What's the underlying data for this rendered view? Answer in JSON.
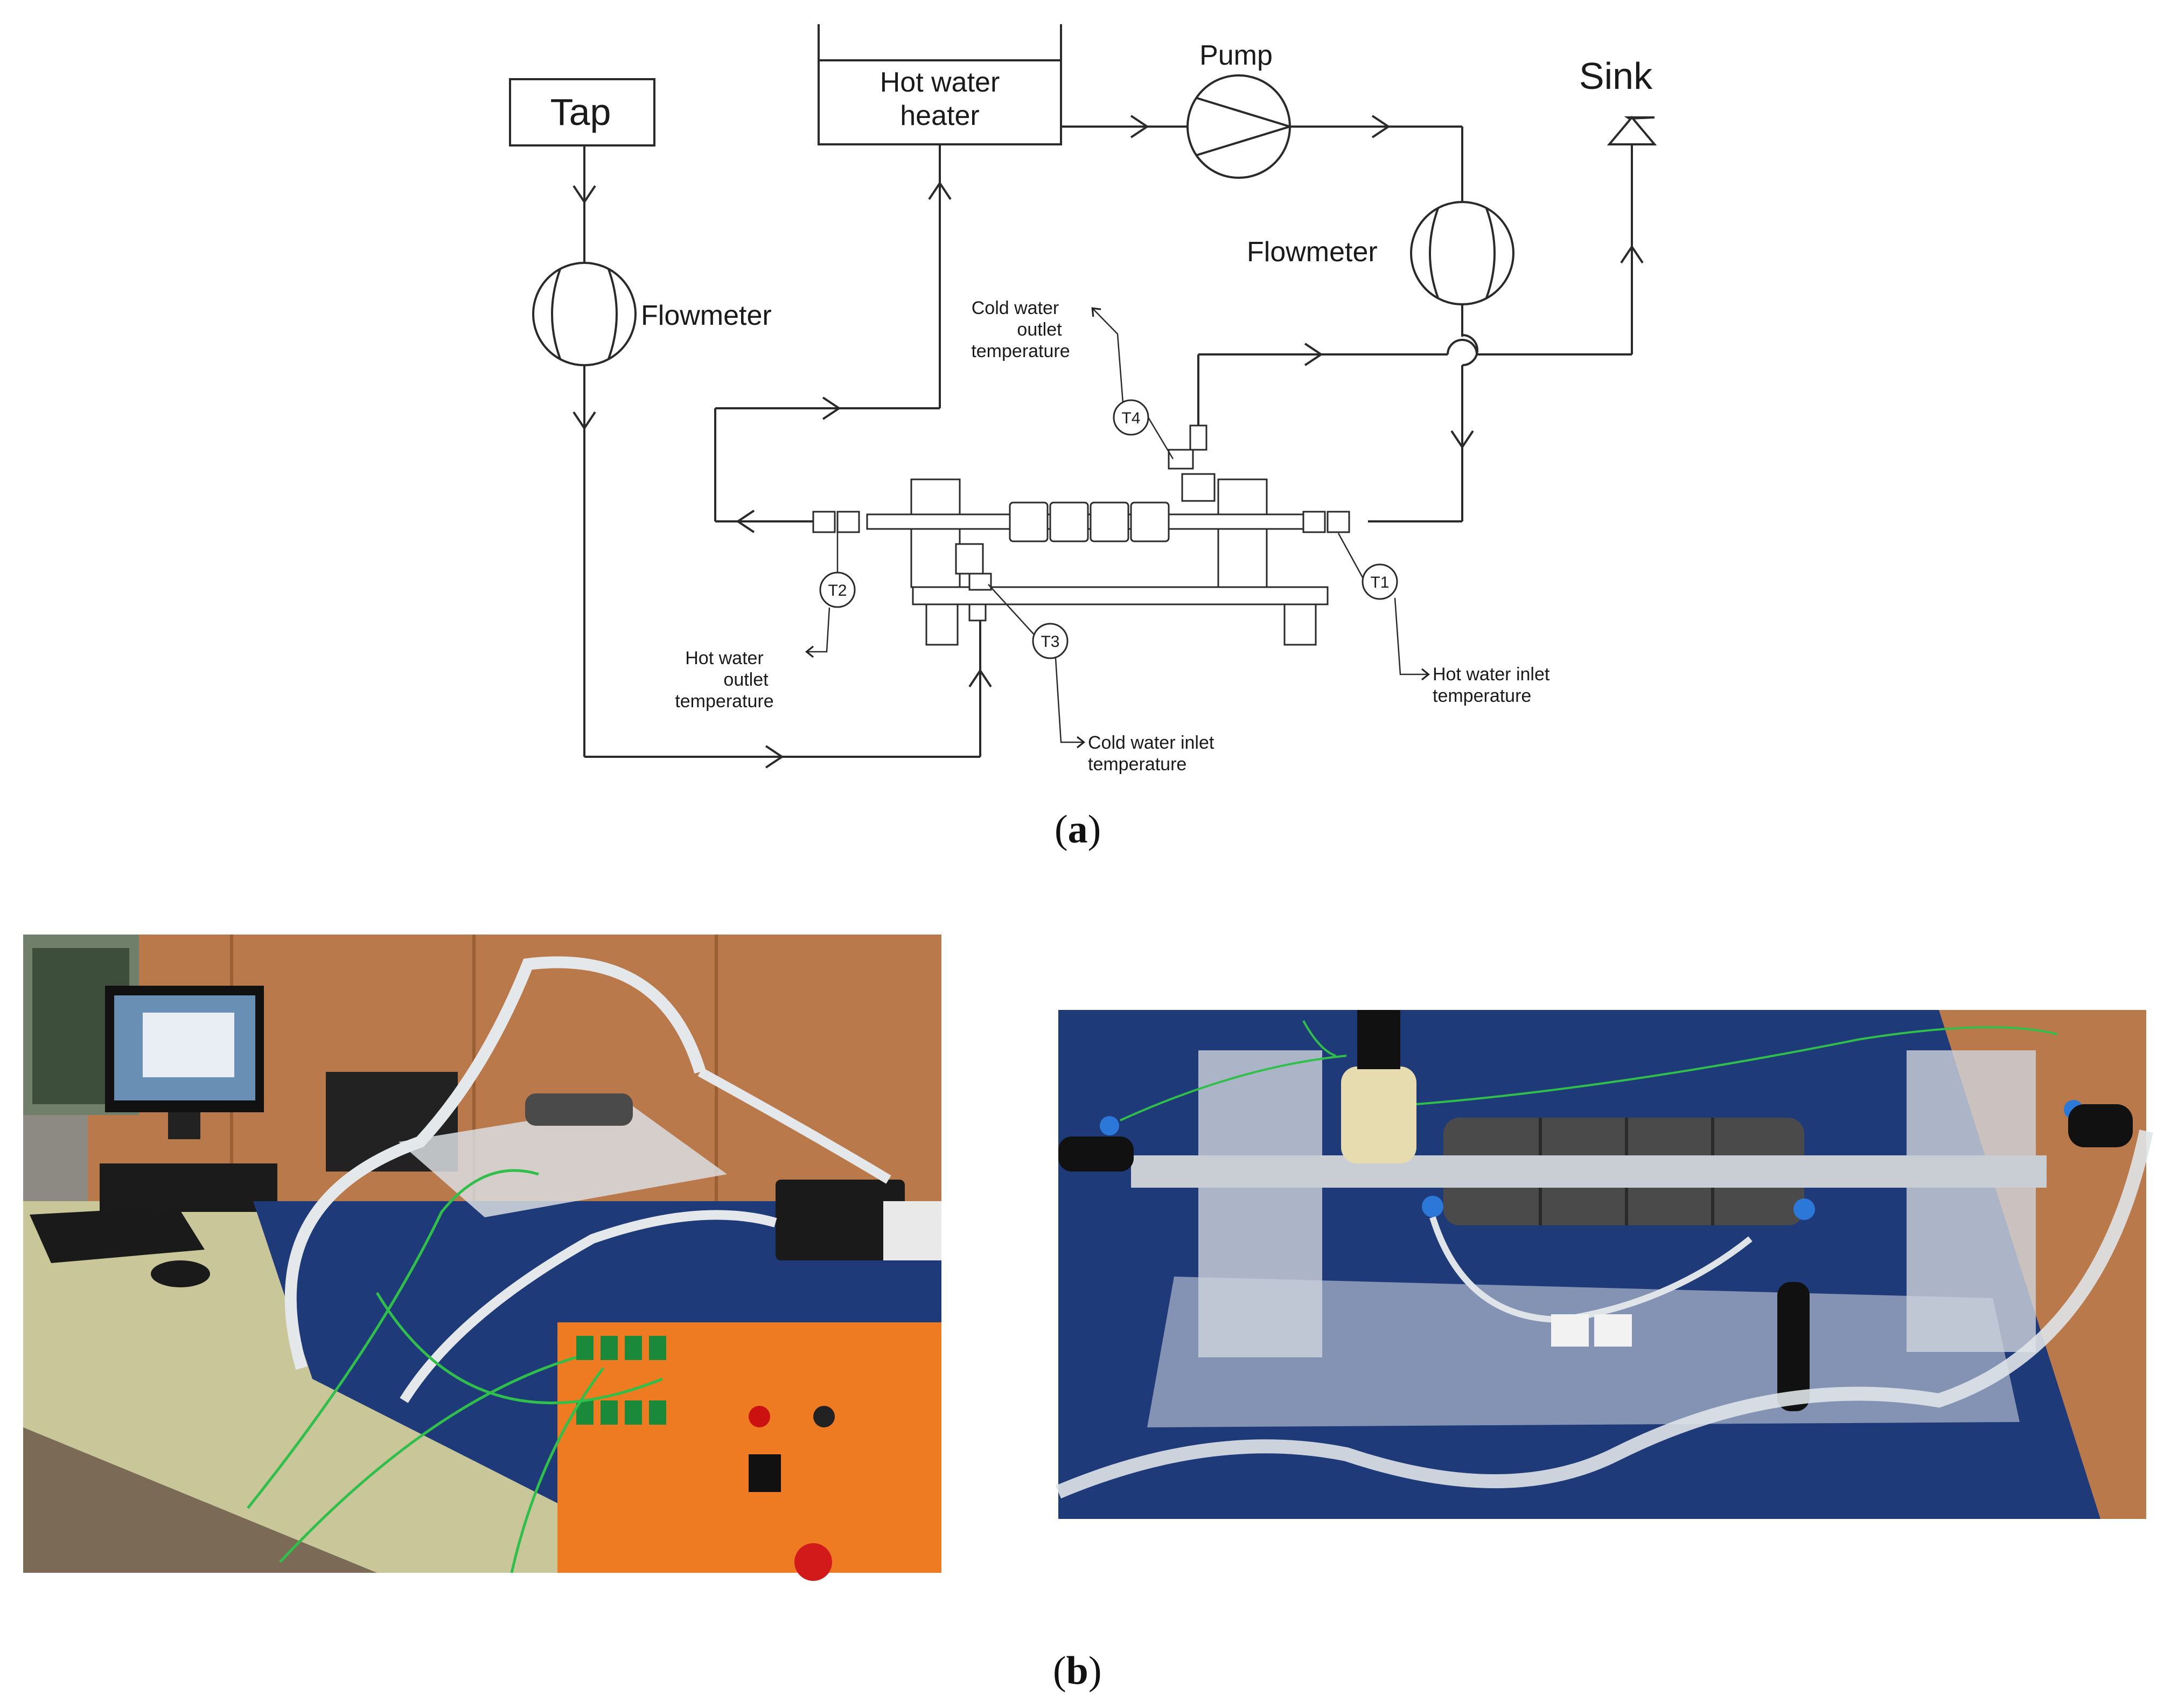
{
  "diagram": {
    "tap_label": "Tap",
    "heater_line1": "Hot water",
    "heater_line2": "heater",
    "pump_label": "Pump",
    "sink_label": "Sink",
    "flowmeter_left_label": "Flowmeter",
    "flowmeter_right_label": "Flowmeter",
    "sensors": {
      "t1": "T1",
      "t2": "T2",
      "t3": "T3",
      "t4": "T4"
    },
    "cold_outlet": [
      "Cold water",
      "outlet",
      "temperature"
    ],
    "hot_outlet": [
      "Hot water",
      "outlet",
      "temperature"
    ],
    "hot_inlet": [
      "Hot water inlet",
      "temperature"
    ],
    "cold_inlet": [
      "Cold water inlet",
      "temperature"
    ]
  },
  "captions": {
    "a_open": "(",
    "a_letter": "a",
    "a_close": ")",
    "b_open": "(",
    "b_letter": "b",
    "b_close": ")"
  },
  "colors": {
    "wood_wall": "#b9794a",
    "bench_top": "#c9c79a",
    "control_box": "#ee7a22",
    "tray_blue": "#1f3a78",
    "insulation": "#4a4a4a",
    "wire_green": "#2fbf4a"
  }
}
